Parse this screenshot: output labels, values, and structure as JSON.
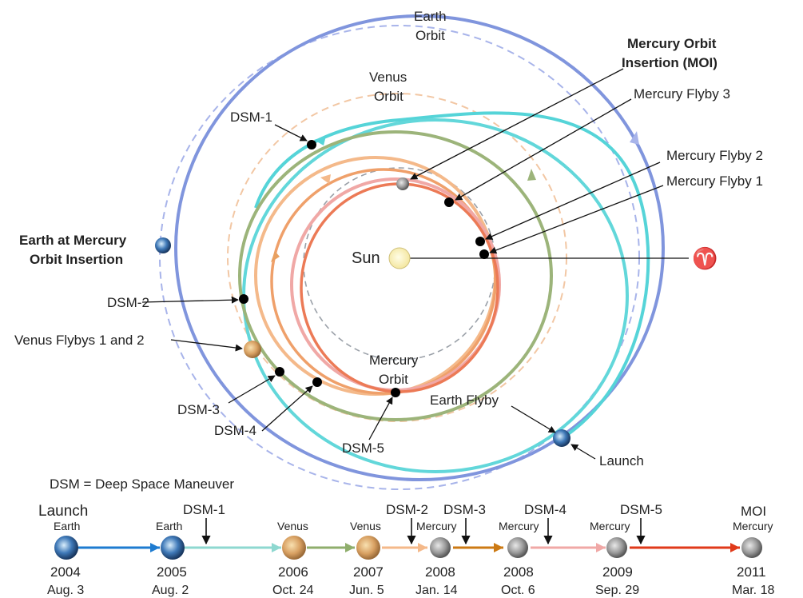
{
  "orbit_labels": {
    "earth": [
      "Earth",
      "Orbit"
    ],
    "venus": [
      "Venus",
      "Orbit"
    ],
    "mercury": [
      "Mercury",
      "Orbit"
    ],
    "sun": "Sun",
    "aries": "♈"
  },
  "callouts": {
    "moi": [
      "Mercury Orbit",
      "Insertion (MOI)"
    ],
    "flyby3": "Mercury Flyby 3",
    "flyby2": "Mercury Flyby 2",
    "flyby1": "Mercury Flyby 1",
    "earth_at_moi": [
      "Earth at Mercury",
      "Orbit Insertion"
    ],
    "dsm1": "DSM-1",
    "dsm2": "DSM-2",
    "venus_flybys": "Venus Flybys 1 and 2",
    "dsm3": "DSM-3",
    "dsm4": "DSM-4",
    "dsm5": "DSM-5",
    "earth_flyby": "Earth Flyby",
    "launch": "Launch"
  },
  "legend": "DSM = Deep Space Maneuver",
  "timeline": {
    "launch_label": "Launch",
    "moi_label": "MOI",
    "nodes": [
      {
        "body": "Earth",
        "year": "2004",
        "date": "Aug. 3"
      },
      {
        "body": "Earth",
        "year": "2005",
        "date": "Aug. 2"
      },
      {
        "body": "Venus",
        "year": "2006",
        "date": "Oct. 24"
      },
      {
        "body": "Venus",
        "year": "2007",
        "date": "Jun. 5"
      },
      {
        "body": "Mercury",
        "year": "2008",
        "date": "Jan. 14"
      },
      {
        "body": "Mercury",
        "year": "2008",
        "date": "Oct. 6"
      },
      {
        "body": "Mercury",
        "year": "2009",
        "date": "Sep. 29"
      },
      {
        "body": "Mercury",
        "year": "2011",
        "date": "Mar. 18"
      }
    ],
    "dsm_markers": [
      "DSM-1",
      "DSM-2",
      "DSM-3",
      "DSM-4",
      "DSM-5"
    ]
  },
  "colors": {
    "earth_orbit": "#8aa0e0",
    "venus_orbit": "#f2c7a4",
    "mercury_orbit": "#9aa0a8",
    "trajectory_blue": "#7f94dc",
    "trajectory_cyan": "#55d4d8",
    "trajectory_green": "#9cb47a",
    "trajectory_orange": "#f0a770",
    "trajectory_pink": "#f0a8a6",
    "trajectory_red": "#ec7a56",
    "sun": "#fff4b8",
    "tl_blue": "#1e7bd0",
    "tl_red": "#e03a1a"
  }
}
